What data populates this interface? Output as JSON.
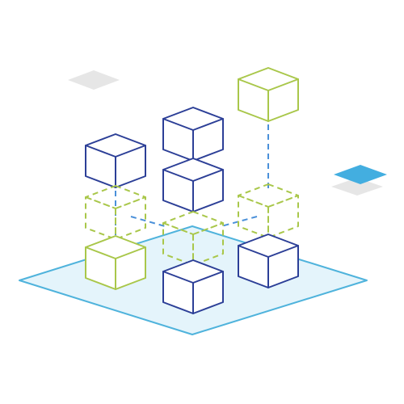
{
  "colors": {
    "background": "#ffffff",
    "platform_fill": "#e4f4fb",
    "platform_stroke": "#4fb3dc",
    "solid_cube_stroke": "#2c3f97",
    "accent_cube_stroke": "#a9c74a",
    "dashed_cube_stroke": "#a9c74a",
    "connector": "#4a90d9",
    "tile_grey": "#e6e6e6",
    "tile_blue": "#43aee0"
  },
  "icons": {
    "platform": "isometric-platform",
    "solid_cube": "cube-outline-icon",
    "accent_cube": "cube-outline-icon",
    "ghost_cube": "dashed-cube-icon",
    "tile": "diamond-tile-icon"
  },
  "cubes": [
    {
      "id": "cube-top-right-accent",
      "style": "accent"
    },
    {
      "id": "cube-center-top",
      "style": "solid"
    },
    {
      "id": "cube-left-top",
      "style": "solid"
    },
    {
      "id": "cube-center-second",
      "style": "solid"
    },
    {
      "id": "cube-left-ghost",
      "style": "dashed"
    },
    {
      "id": "cube-right-ghost",
      "style": "dashed"
    },
    {
      "id": "cube-center-ghost",
      "style": "dashed"
    },
    {
      "id": "cube-right-bottom",
      "style": "solid"
    },
    {
      "id": "cube-left-bottom-accent",
      "style": "accent"
    },
    {
      "id": "cube-center-bottom",
      "style": "solid"
    }
  ]
}
